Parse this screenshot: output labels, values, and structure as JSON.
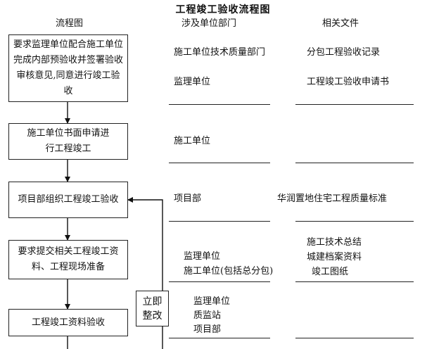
{
  "title": "工程竣工验收流程图",
  "headers": {
    "flow": "流程图",
    "dept": "涉及单位部门",
    "docs": "相关文件"
  },
  "steps": [
    {
      "text": "要求监理单位配合施工单位完成内部预验收并签署验收审核意见,同意进行竣工验收"
    },
    {
      "text": "施工单位书面申请进行工程竣工"
    },
    {
      "text": "项目部组织工程竣工验收"
    },
    {
      "text": "要求提交相关工程竣工资料、工程现场准备"
    },
    {
      "text": "工程竣工资料验收"
    }
  ],
  "rework": "立即整改",
  "depts": [
    [
      "施工单位技术质量部门",
      "监理单位"
    ],
    [
      "施工单位"
    ],
    [
      "项目部"
    ],
    [
      "监理单位",
      "施工单位(包括总分包)"
    ],
    [
      "监理单位",
      "质监站",
      "项目部"
    ]
  ],
  "docs": [
    [
      "分包工程验收记录",
      "工程竣工验收申请书"
    ],
    [
      "华润置地住宅工程质量标准"
    ],
    [
      "施工技术总结",
      "城建档案资料",
      "竣工图纸"
    ]
  ]
}
